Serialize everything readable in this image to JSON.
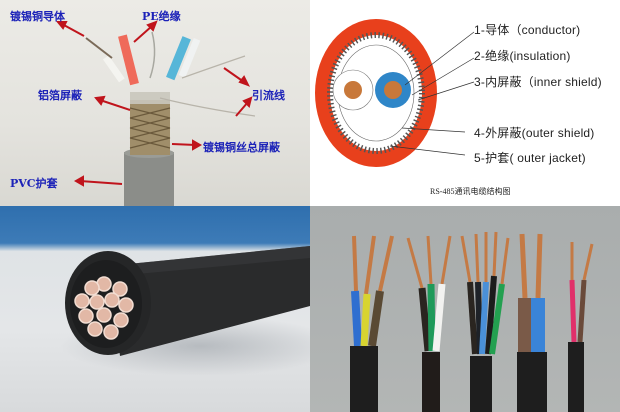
{
  "panels": {
    "top_left": {
      "title": "Shielded twisted-pair cable cutaway photo",
      "labels": {
        "conductor": "镀锡铜导体",
        "insulation": "PE绝缘",
        "foil_shield": "铝箔屏蔽",
        "drain_wire": "引流线",
        "braid_shield": "镀锡铜丝总屏蔽",
        "jacket": "PVC护套"
      },
      "colors": {
        "label": "#1c22b8",
        "arrow": "#c0141c",
        "jacket": "#8a8c88"
      }
    },
    "top_right": {
      "title": "RS-485 cable cross-section diagram",
      "labels": {
        "conductor": "1-导体（conductor)",
        "insulation": "2-绝缘(insulation)",
        "inner_shield": "3-内屏蔽（inner shield)",
        "outer_shield": "4-外屏蔽(outer  shield)",
        "outer_jacket": "5-护套( outer jacket)"
      },
      "caption": "RS-485通讯电缆结构图",
      "colors": {
        "jacket": "#e8401c",
        "insulation_blue": "#2f86c8",
        "copper": "#c8783a"
      }
    },
    "bottom_left": {
      "title": "Multi-core black sheathed cable end",
      "core_count": 12,
      "colors": {
        "sheath": "#2a2b2c",
        "backdrop": "#3374b3",
        "core": "#e2b8a6"
      }
    },
    "bottom_right": {
      "title": "Assorted stripped multi-core cables",
      "cables": [
        {
          "cores": [
            "#2f6fd0",
            "#d8d430",
            "#5a4a34"
          ]
        },
        {
          "cores": [
            "#2a2520",
            "#1f9a5a",
            "#f2f2f0"
          ]
        },
        {
          "cores": [
            "#2a2520",
            "#1e2228",
            "#4a90d8",
            "#1c1c1c",
            "#23a050"
          ]
        },
        {
          "cores": [
            "#7a5a48",
            "#3a84d8"
          ]
        },
        {
          "cores": [
            "#e0306a",
            "#6a4a3a"
          ]
        }
      ],
      "colors": {
        "sheath": "#1e1e1e",
        "copper": "#c47a45"
      }
    }
  }
}
